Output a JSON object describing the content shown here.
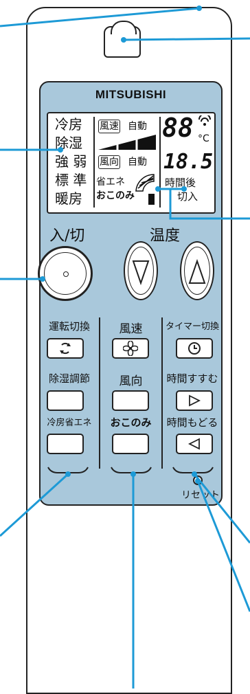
{
  "brand": "MITSUBISHI",
  "display": {
    "modes": [
      "冷房",
      "除湿",
      "強 弱",
      "標 準",
      "暖房"
    ],
    "fan_speed_label": "風速",
    "fan_auto": "自動",
    "vane_label": "風向",
    "vane_auto": "自動",
    "eco_label": "省エネ",
    "okonomi_label": "おこのみ",
    "temperature_digits": "88",
    "temperature_unit": "°C",
    "timer_digits": "18.5",
    "timer_after": "時間後",
    "timer_onoff": "切入"
  },
  "power": {
    "label": "入/切"
  },
  "temperature": {
    "label": "温度"
  },
  "buttons": {
    "mode_label": "運転切換",
    "dehumid_label": "除湿調節",
    "cool_eco_label": "冷房省エネ",
    "fan_label": "風速",
    "vane_label": "風向",
    "okonomi_label": "おこのみ",
    "timer_switch_label": "タイマー切換",
    "time_forward_label": "時間すすむ",
    "time_back_label": "時間もどる",
    "reset_label": "リセット"
  },
  "icons": {
    "mode": "cycle-arrows-icon",
    "fan": "fan-icon",
    "timer": "clock-icon",
    "forward": "triangle-right-icon",
    "back": "triangle-left-icon",
    "temp_down": "triangle-down-icon",
    "temp_up": "triangle-up-icon"
  },
  "callout_color": "#1d9ad6",
  "panel_color": "#a9c8db"
}
